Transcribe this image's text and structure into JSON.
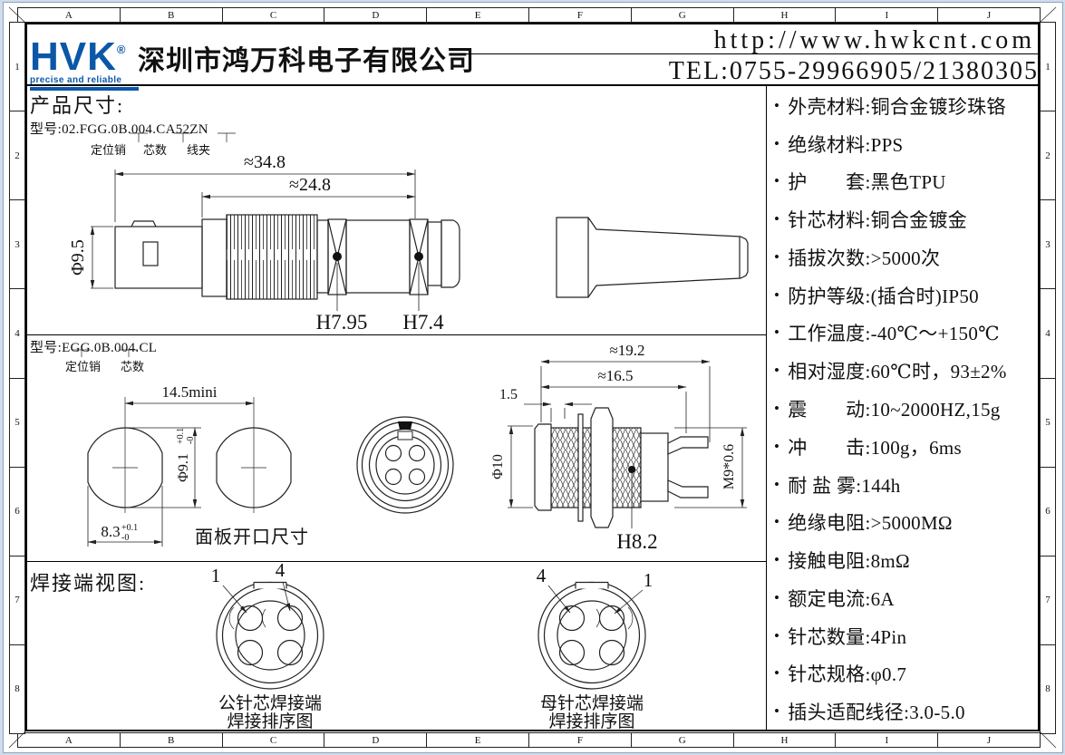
{
  "frame": {
    "cols": [
      "A",
      "B",
      "C",
      "D",
      "E",
      "F",
      "G",
      "H",
      "I",
      "J"
    ],
    "rows": [
      "1",
      "2",
      "3",
      "4",
      "5",
      "6",
      "7",
      "8"
    ]
  },
  "header": {
    "logo_text": "HVK",
    "logo_reg": "®",
    "logo_tagline": "precise and reliable",
    "logo_color": "#0a57a8",
    "company": "深圳市鸿万科电子有限公司",
    "website": "http://www.hwkcnt.com",
    "tel": "TEL:0755-29966905/21380305"
  },
  "section_dimensions": {
    "title": "产品尺寸:",
    "plug": {
      "model": "型号:02.FGG.0B.004.CA52ZN",
      "callout_pin": "定位销",
      "callout_cores": "芯数",
      "callout_clamp": "线夹",
      "dim_overall": "≈34.8",
      "dim_front": "≈24.8",
      "dim_dia": "Φ9.5",
      "dim_h1": "H7.95",
      "dim_h2": "H7.4"
    },
    "receptacle": {
      "model": "型号:EGG.0B.004.CL",
      "callout_pin": "定位销",
      "callout_cores": "芯数",
      "panel_pitch": "14.5mini",
      "panel_dia": "Φ9.1",
      "panel_dia_tol_up": "+0.1",
      "panel_dia_tol_dn": "-0",
      "panel_width": "8.3",
      "panel_width_tol_up": "+0.1",
      "panel_width_tol_dn": "-0",
      "panel_caption": "面板开口尺寸",
      "dim_overall": "≈19.2",
      "dim_body": "≈16.5",
      "dim_flange": "1.5",
      "dim_dia": "Φ10",
      "dim_thread": "M9*0.6",
      "dim_h": "H8.2"
    }
  },
  "section_weld": {
    "title": "焊接端视图:",
    "male": {
      "pin_a": "1",
      "pin_b": "4",
      "caption_line1": "公针芯焊接端",
      "caption_line2": "焊接排序图"
    },
    "female": {
      "pin_a": "4",
      "pin_b": "1",
      "caption_line1": "母针芯焊接端",
      "caption_line2": "焊接排序图"
    }
  },
  "specs": {
    "items": [
      "外壳材料:铜合金镀珍珠铬",
      "绝缘材料:PPS",
      "护　　套:黑色TPU",
      "针芯材料:铜合金镀金",
      "插拔次数:>5000次",
      "防护等级:(插合时)IP50",
      "工作温度:-40℃～+150℃",
      "相对湿度:60℃时，93±2%",
      "震　　动:10~2000HZ,15g",
      "冲　　击:100g，6ms",
      "耐 盐 雾:144h",
      "绝缘电阻:>5000MΩ",
      "接触电阻:8mΩ",
      "额定电流:6A",
      "针芯数量:4Pin",
      "针芯规格:φ0.7",
      "插头适配线径:3.0-5.0"
    ]
  }
}
